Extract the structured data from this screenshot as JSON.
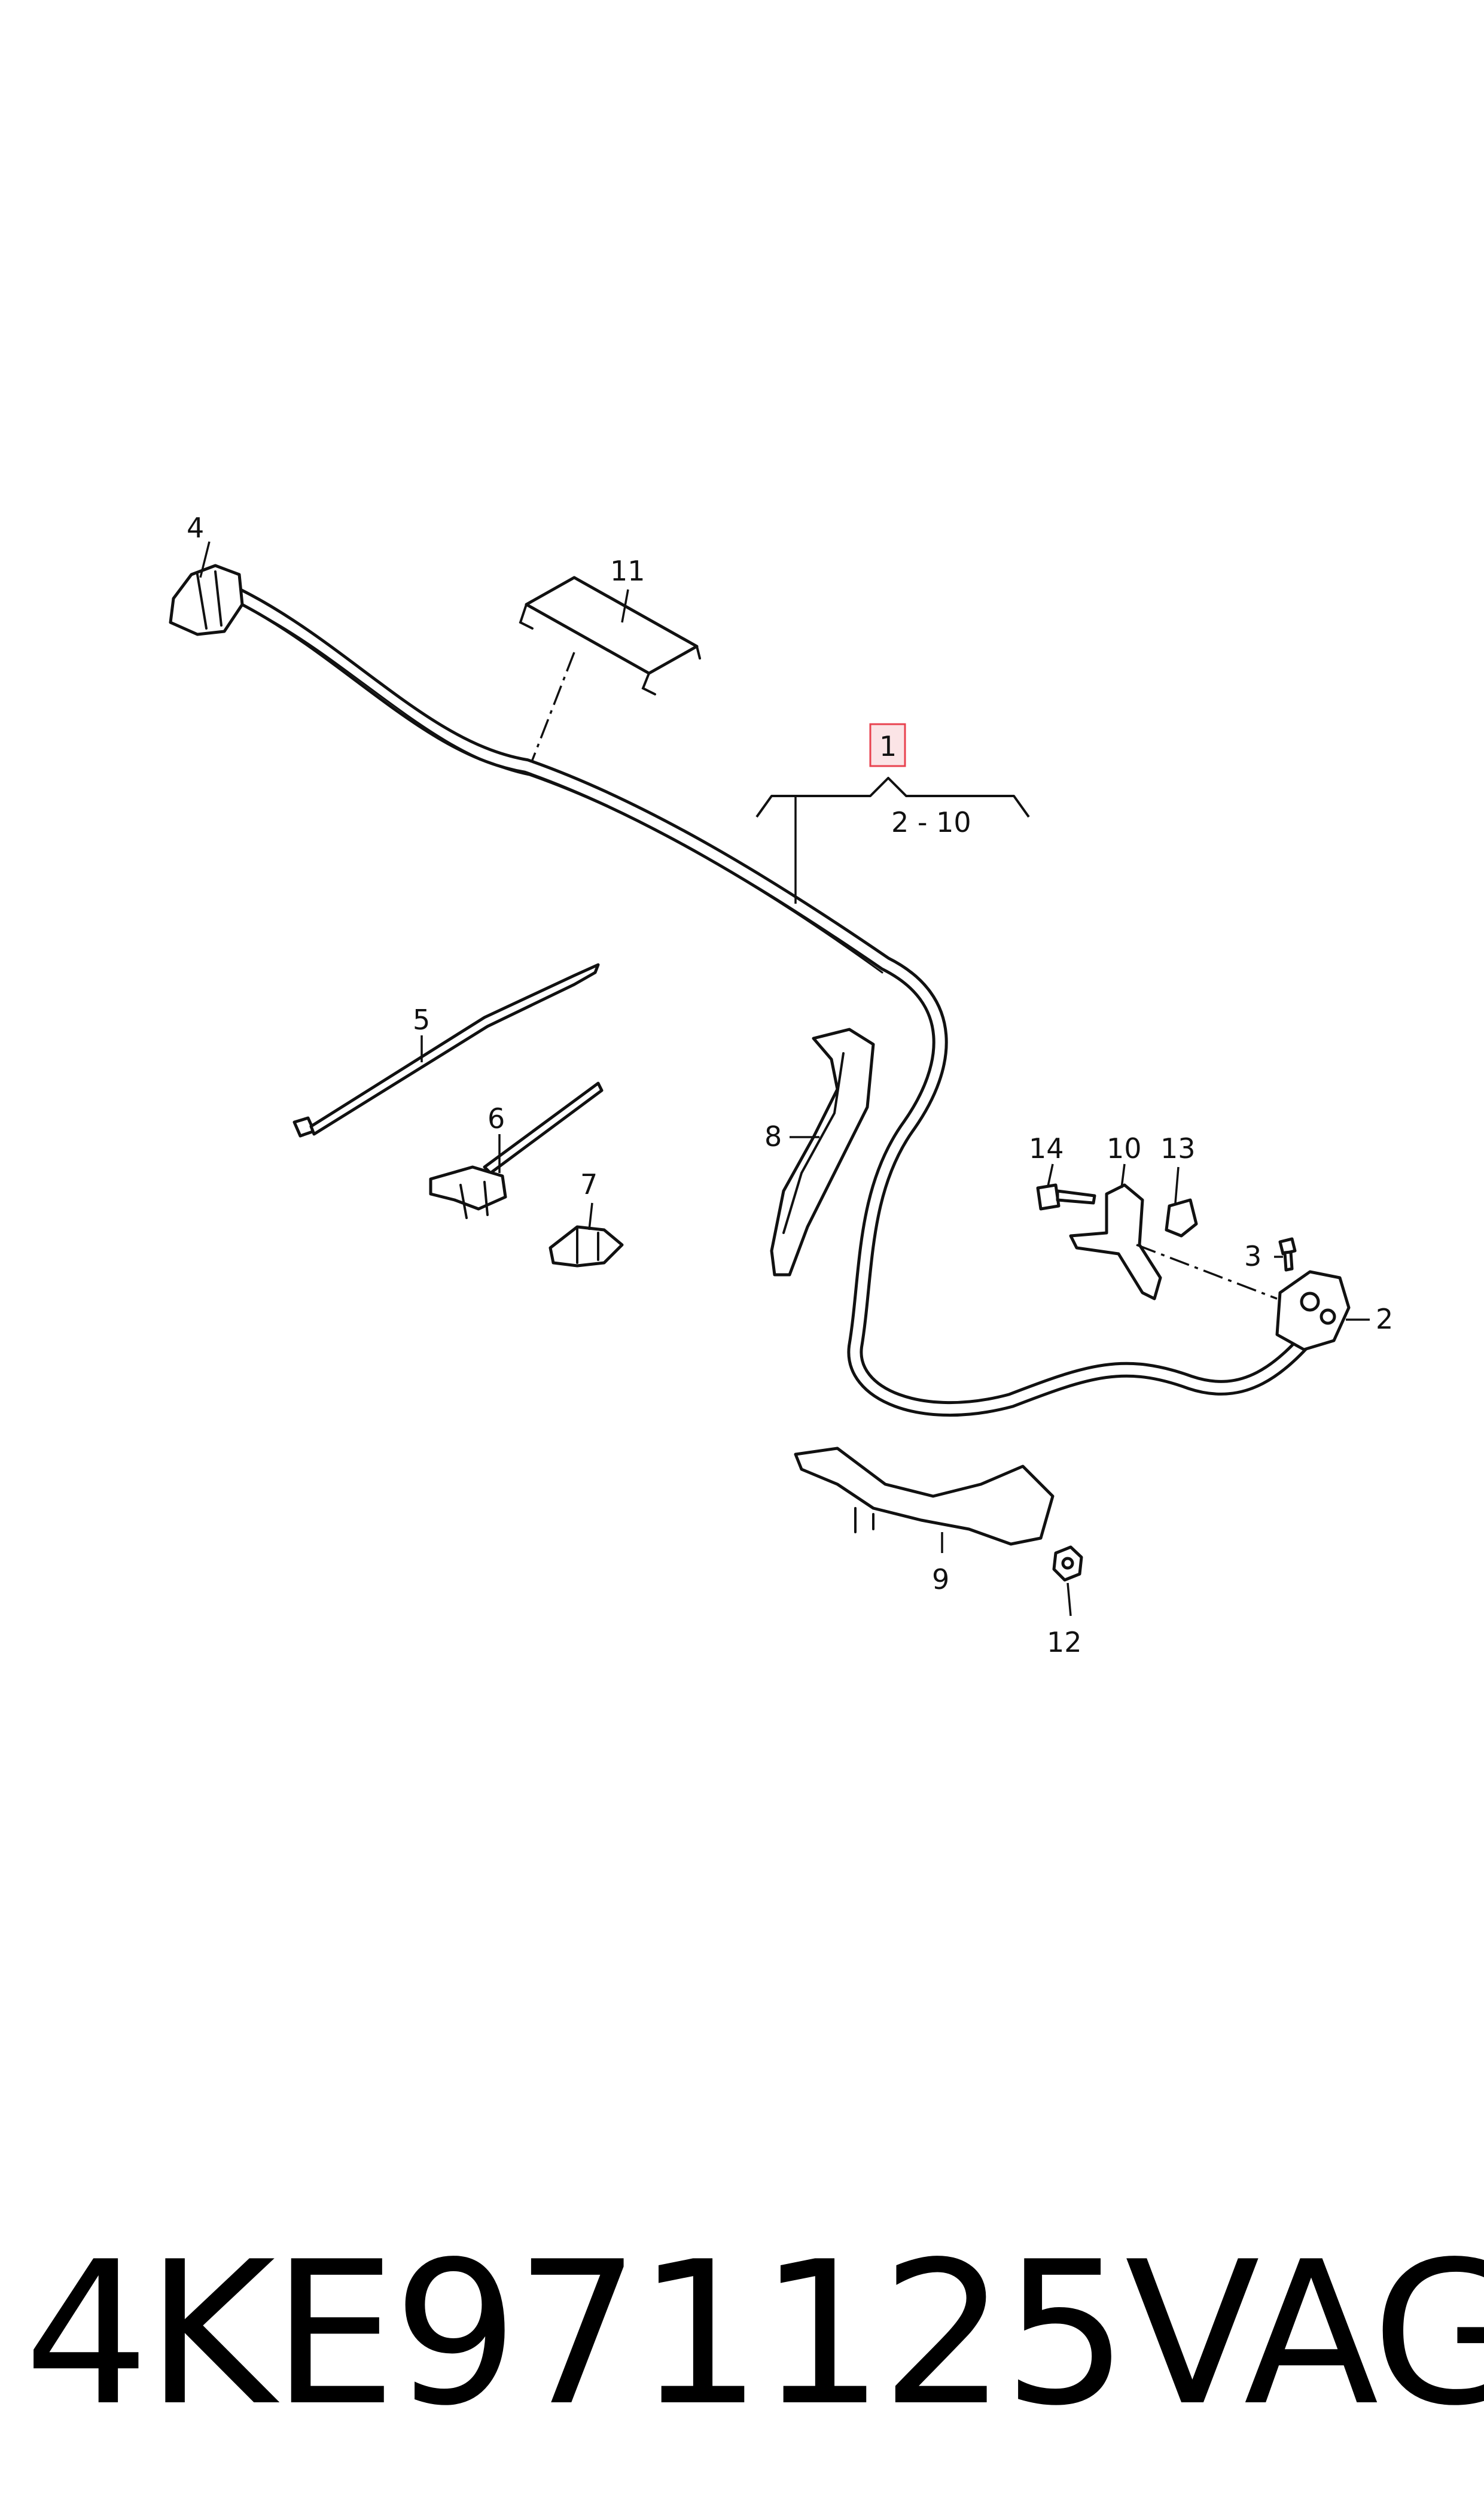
{
  "callouts": {
    "c1": "1",
    "c1_range": "2 - 10",
    "c2": "2",
    "c3": "3",
    "c4": "4",
    "c5": "5",
    "c6": "6",
    "c7": "7",
    "c8": "8",
    "c9": "9",
    "c10": "10",
    "c11": "11",
    "c12": "12",
    "c13": "13",
    "c14": "14"
  },
  "footer": {
    "part_number": "4KE971125",
    "brand": "VAG"
  },
  "colors": {
    "line": "#111111",
    "highlight_fill": "#fbe4e6",
    "highlight_stroke": "#e8424f"
  }
}
